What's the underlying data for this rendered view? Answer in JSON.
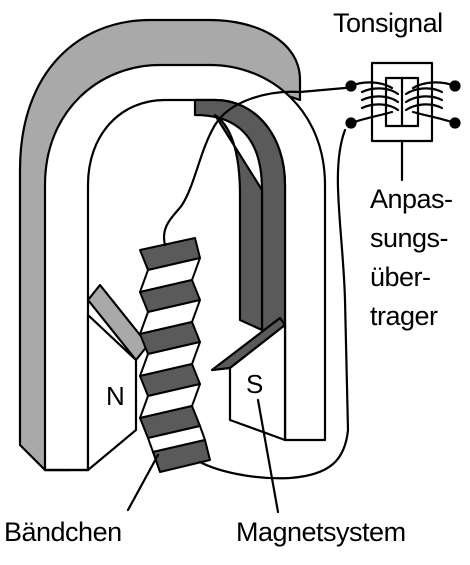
{
  "labels": {
    "tonsignal": "Tonsignal",
    "transformer_lines": [
      "Anpas-",
      "sungs-",
      "über-",
      "trager"
    ],
    "ribbon": "Bändchen",
    "magnet_system": "Magnetsystem",
    "pole_north": "N",
    "pole_south": "S"
  },
  "colors": {
    "outline": "#000000",
    "dark_gray": "#5a5a5a",
    "light_gray": "#a9a9a9",
    "background": "#ffffff"
  }
}
